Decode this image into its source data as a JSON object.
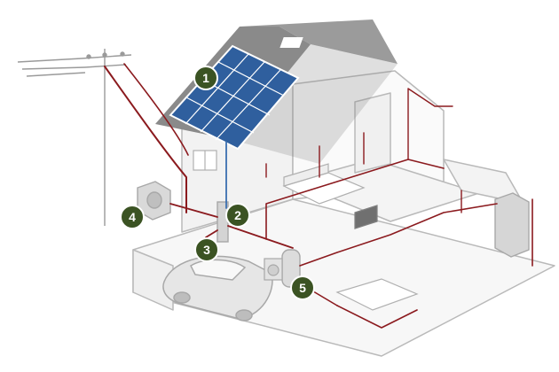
{
  "colors": {
    "wire": "#8b1a1e",
    "solar_wire": "#3a6fb0",
    "house_line": "#b9b9b9",
    "house_fill": "#f7f7f7",
    "roof_fill": "#8a8a8a",
    "panel_fill": "#2f5f9e",
    "panel_stroke": "#ffffff",
    "marker_fill": "#3b5323",
    "marker_text": "#ffffff"
  },
  "markers": [
    {
      "label": "1",
      "meaning": "solar-panels"
    },
    {
      "label": "2",
      "meaning": "electrical-panel"
    },
    {
      "label": "3",
      "meaning": "ev-charger"
    },
    {
      "label": "4",
      "meaning": "heat-pump"
    },
    {
      "label": "5",
      "meaning": "water-heater"
    }
  ]
}
